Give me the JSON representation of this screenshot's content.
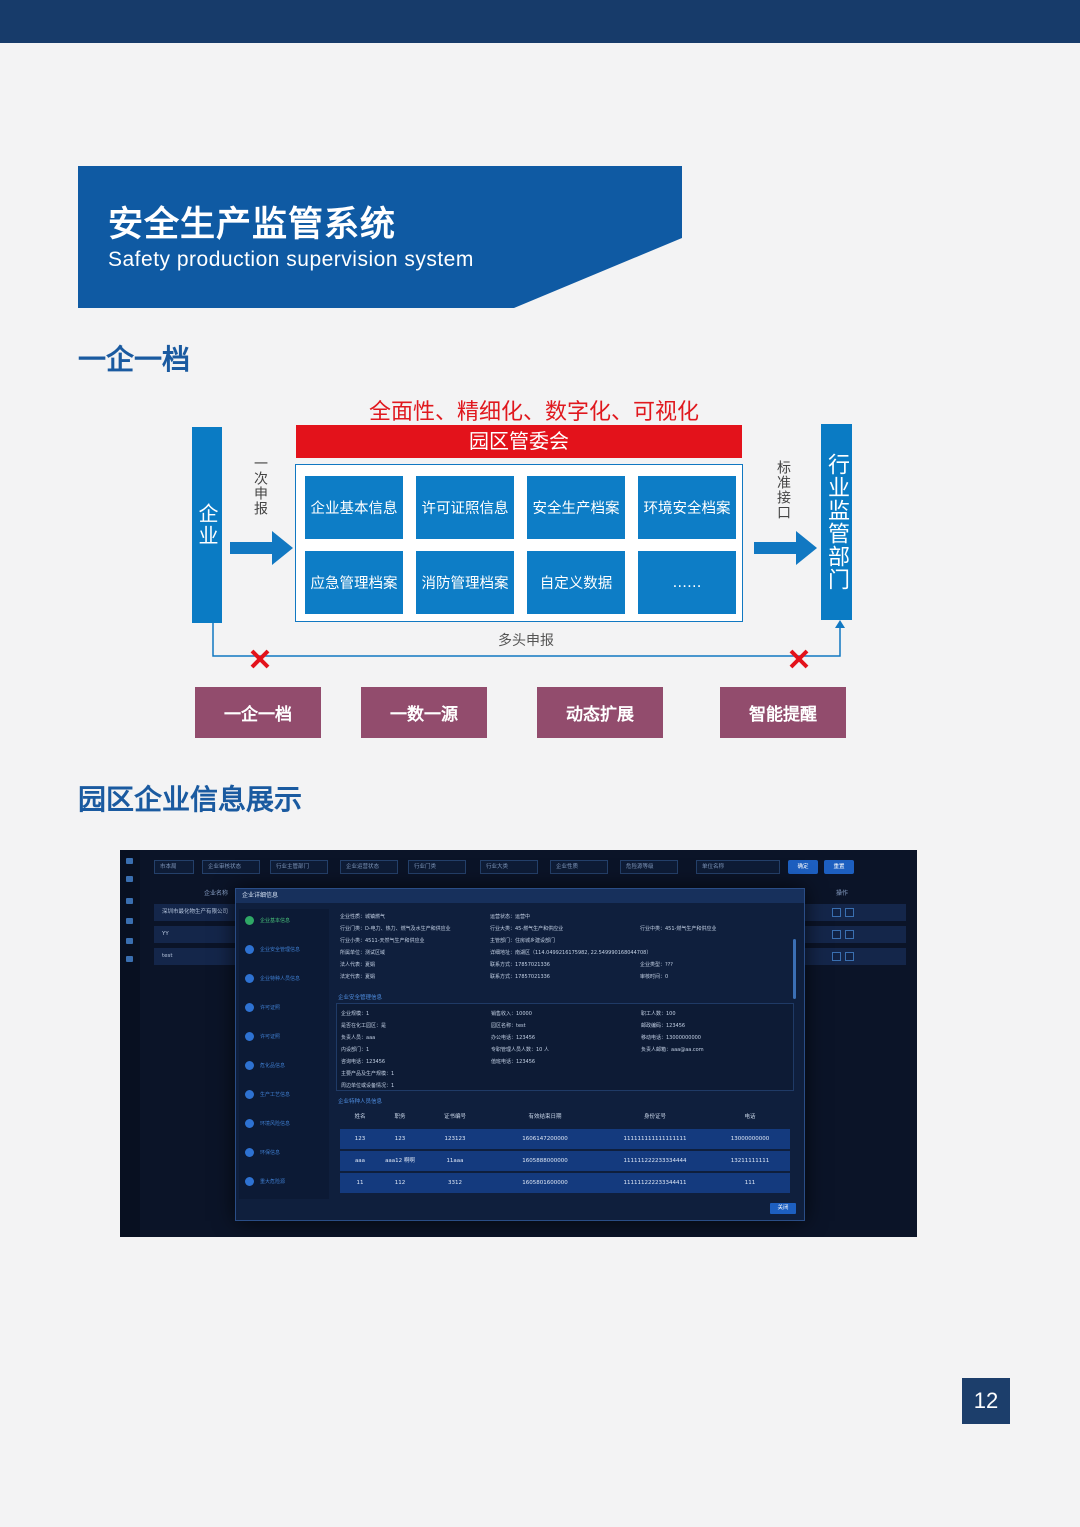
{
  "banner": {
    "title": "安全生产监管系统",
    "subtitle": "Safety production supervision system"
  },
  "section1": {
    "title": "一企一档"
  },
  "diagram": {
    "slogan": "全面性、精细化、数字化、可视化",
    "park_committee": "园区管委会",
    "enterprise": "企业",
    "first_report": "一次申报",
    "standard_interface": "标准接口",
    "industry_dept": "行业监管部门",
    "multi_report": "多头申报",
    "cells": [
      "企业基本信息",
      "许可证照信息",
      "安全生产档案",
      "环境安全档案",
      "应急管理档案",
      "消防管理档案",
      "自定义数据",
      "……"
    ],
    "tags": [
      "一企一档",
      "一数一源",
      "动态扩展",
      "智能提醒"
    ]
  },
  "section2": {
    "title": "园区企业信息展示"
  },
  "screenshot": {
    "filters": [
      "市本局",
      "企业审核状态",
      "行业主管部门",
      "企业运营状态",
      "行业门类",
      "行业大类",
      "企业性质",
      "危险源等级"
    ],
    "search_placeholder": "单位名称",
    "confirm": "确定",
    "reset": "重置",
    "col_name": "企业名称",
    "col_op": "操作",
    "rows": [
      "深圳市最化物生产有限公司",
      "YY",
      "test"
    ],
    "modal_title": "企业详细信息",
    "side_items": [
      "企业基本信息",
      "企业安全管理信息",
      "企业特种人员信息",
      "许可证照",
      "许可证照",
      "危化品信息",
      "生产工艺信息",
      "环境风险信息",
      "环保信息",
      "重大危险源"
    ],
    "basic": [
      "企业性质：城镇燃气",
      "运营状态：运营中",
      "行业门类：D-电力、热力、燃气及水生产和供应业",
      "行业大类：45-燃气生产和供应业",
      "行业中类：451-燃气生产和供应业",
      "行业小类：4511-天然气生产和供应业",
      "主管部门：住房城乡建设部门",
      "所属单位：测试区域",
      "详细地址：南湖区（114.0499216175982, 22.549990168044708）",
      "法人代表：夏娟",
      "联系方式：17857021336",
      "企业类型：???",
      "法定代表：夏娟",
      "联系方式：17857021336",
      "审核时间：0"
    ],
    "safety_head": "企业安全管理信息",
    "safety": [
      "企业规模：1",
      "销售收入：10000",
      "职工人数：100",
      "是否在化工园区：是",
      "园区名称：test",
      "邮政编码：123456",
      "负责人员：aaa",
      "办公电话：123456",
      "移动电话：13000000000",
      "内设部门：1",
      "专职管理人员人数：10 人",
      "负责人邮箱：aaa@aa.com",
      "咨询电话：123456",
      "值班电话：123456",
      "主要产品及生产规模：1",
      "周边单位或设备情况：1"
    ],
    "staff_head": "企业特种人员信息",
    "staff_cols": [
      "姓名",
      "职务",
      "证书编号",
      "有效结束日期",
      "身份证号",
      "电话"
    ],
    "staff_rows": [
      [
        "123",
        "123",
        "123123",
        "1606147200000",
        "111111111111111111",
        "13000000000"
      ],
      [
        "aaa",
        "aaa12 啊啊",
        "11aaa",
        "1605888000000",
        "111111222233334444",
        "13211111111"
      ],
      [
        "11",
        "112",
        "3312",
        "1605801600000",
        "111111222233344411",
        "111"
      ]
    ],
    "close": "关闭"
  },
  "page_number": "12",
  "colors": {
    "navy": "#173b6a",
    "blue": "#0d7dc6",
    "red": "#e3121b",
    "mauve": "#924c6d",
    "title_blue": "#1a5aa0"
  }
}
